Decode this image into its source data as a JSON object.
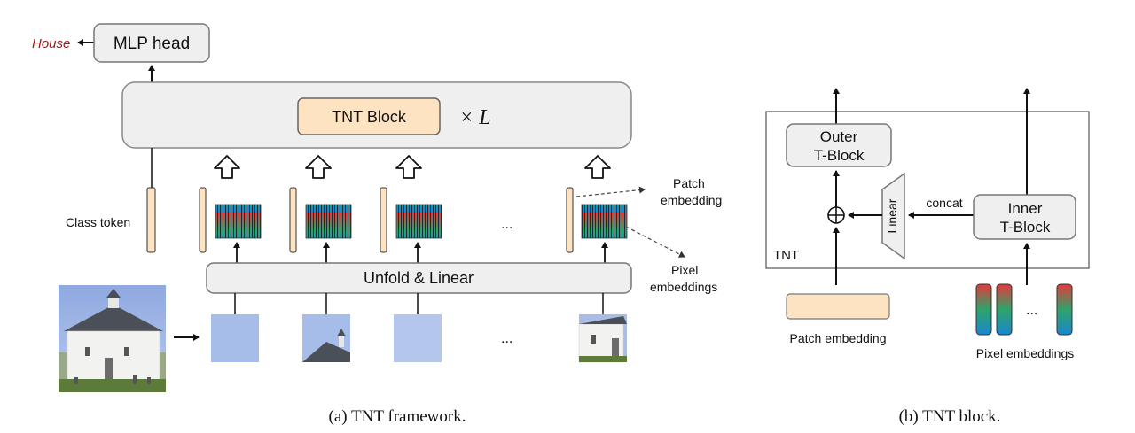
{
  "framework": {
    "output_label": "House",
    "mlp_head_label": "MLP head",
    "tnt_block_label": "TNT Block",
    "repeat_label": "× L",
    "class_token_label": "Class token",
    "unfold_label": "Unfold & Linear",
    "ellipsis": "...",
    "patch_embedding_label": [
      "Patch",
      "embedding"
    ],
    "pixel_embeddings_label": [
      "Pixel",
      "embeddings"
    ],
    "caption": "(a) TNT framework."
  },
  "block": {
    "outer_label": [
      "Outer",
      "T-Block"
    ],
    "inner_label": [
      "Inner",
      "T-Block"
    ],
    "linear_label": "Linear",
    "concat_label": "concat",
    "tnt_label": "TNT",
    "patch_embedding_label": "Patch embedding",
    "pixel_embeddings_label": "Pixel embeddings",
    "ellipsis": "...",
    "caption": "(b) TNT block."
  },
  "colors": {
    "box_fill": "#efefef",
    "box_stroke": "#777777",
    "tnt_block_fill": "#fde3c1",
    "token_fill": "#fde3c1",
    "output_text": "#9b1b1b",
    "grad_top": "#e23b3b",
    "grad_mid": "#2fa36a",
    "grad_bottom": "#1a86d0",
    "sky": "#9fb6e6",
    "roof": "#4b4f58",
    "wall": "#f2f2f0",
    "grass": "#5c7a3a"
  }
}
